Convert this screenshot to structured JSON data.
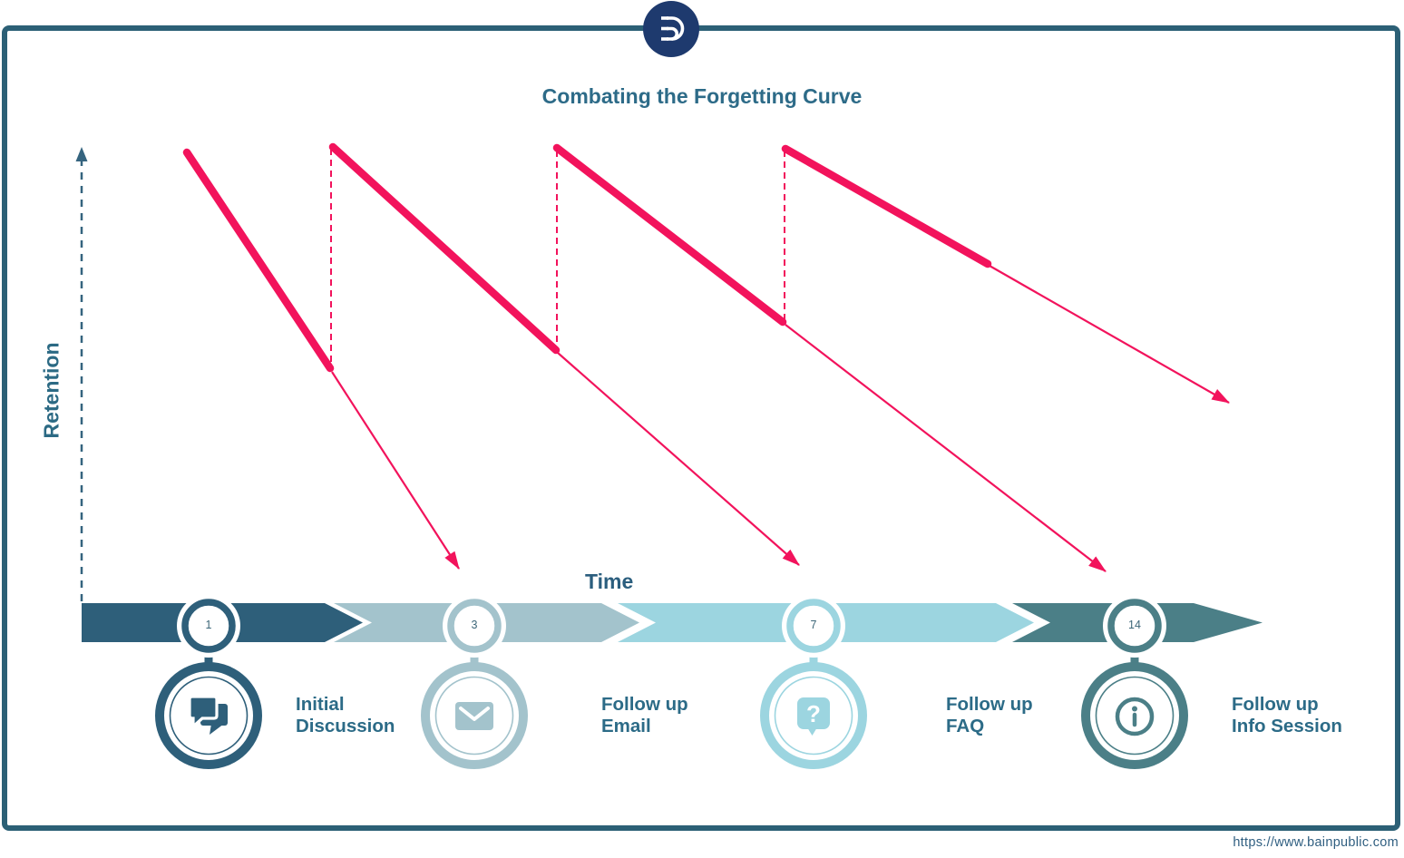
{
  "header": {
    "title": "Combating the Forgetting Curve"
  },
  "logo": {
    "name": "bainpublic-logo"
  },
  "axes": {
    "y_label": "Retention",
    "x_label": "Time"
  },
  "footer": {
    "url": "https://www.bainpublic.com"
  },
  "colors": {
    "curve_pink": "#f2135c",
    "frame_border": "#2c6076",
    "logo_navy": "#1e3a6e",
    "text_teal": "#2c6b87",
    "axis_teal": "#35647f"
  },
  "curve": {
    "description": "Forgetting curve: retention drops after each touchpoint and is reset by spaced follow-ups",
    "reset_days": [
      "1",
      "3",
      "7",
      "14"
    ]
  },
  "milestones": [
    {
      "day": "1",
      "line1": "Initial",
      "line2": "Discussion",
      "icon": "chat-icon",
      "color": "#2e5f7a"
    },
    {
      "day": "3",
      "line1": "Follow up",
      "line2": "Email",
      "icon": "email-icon",
      "color": "#a3c3cc"
    },
    {
      "day": "7",
      "line1": "Follow up",
      "line2": "FAQ",
      "icon": "question-icon",
      "color": "#9cd5e0",
      "glyph": "?"
    },
    {
      "day": "14",
      "line1": "Follow up",
      "line2": "Info Session",
      "icon": "info-icon",
      "color": "#4b7f87"
    }
  ]
}
